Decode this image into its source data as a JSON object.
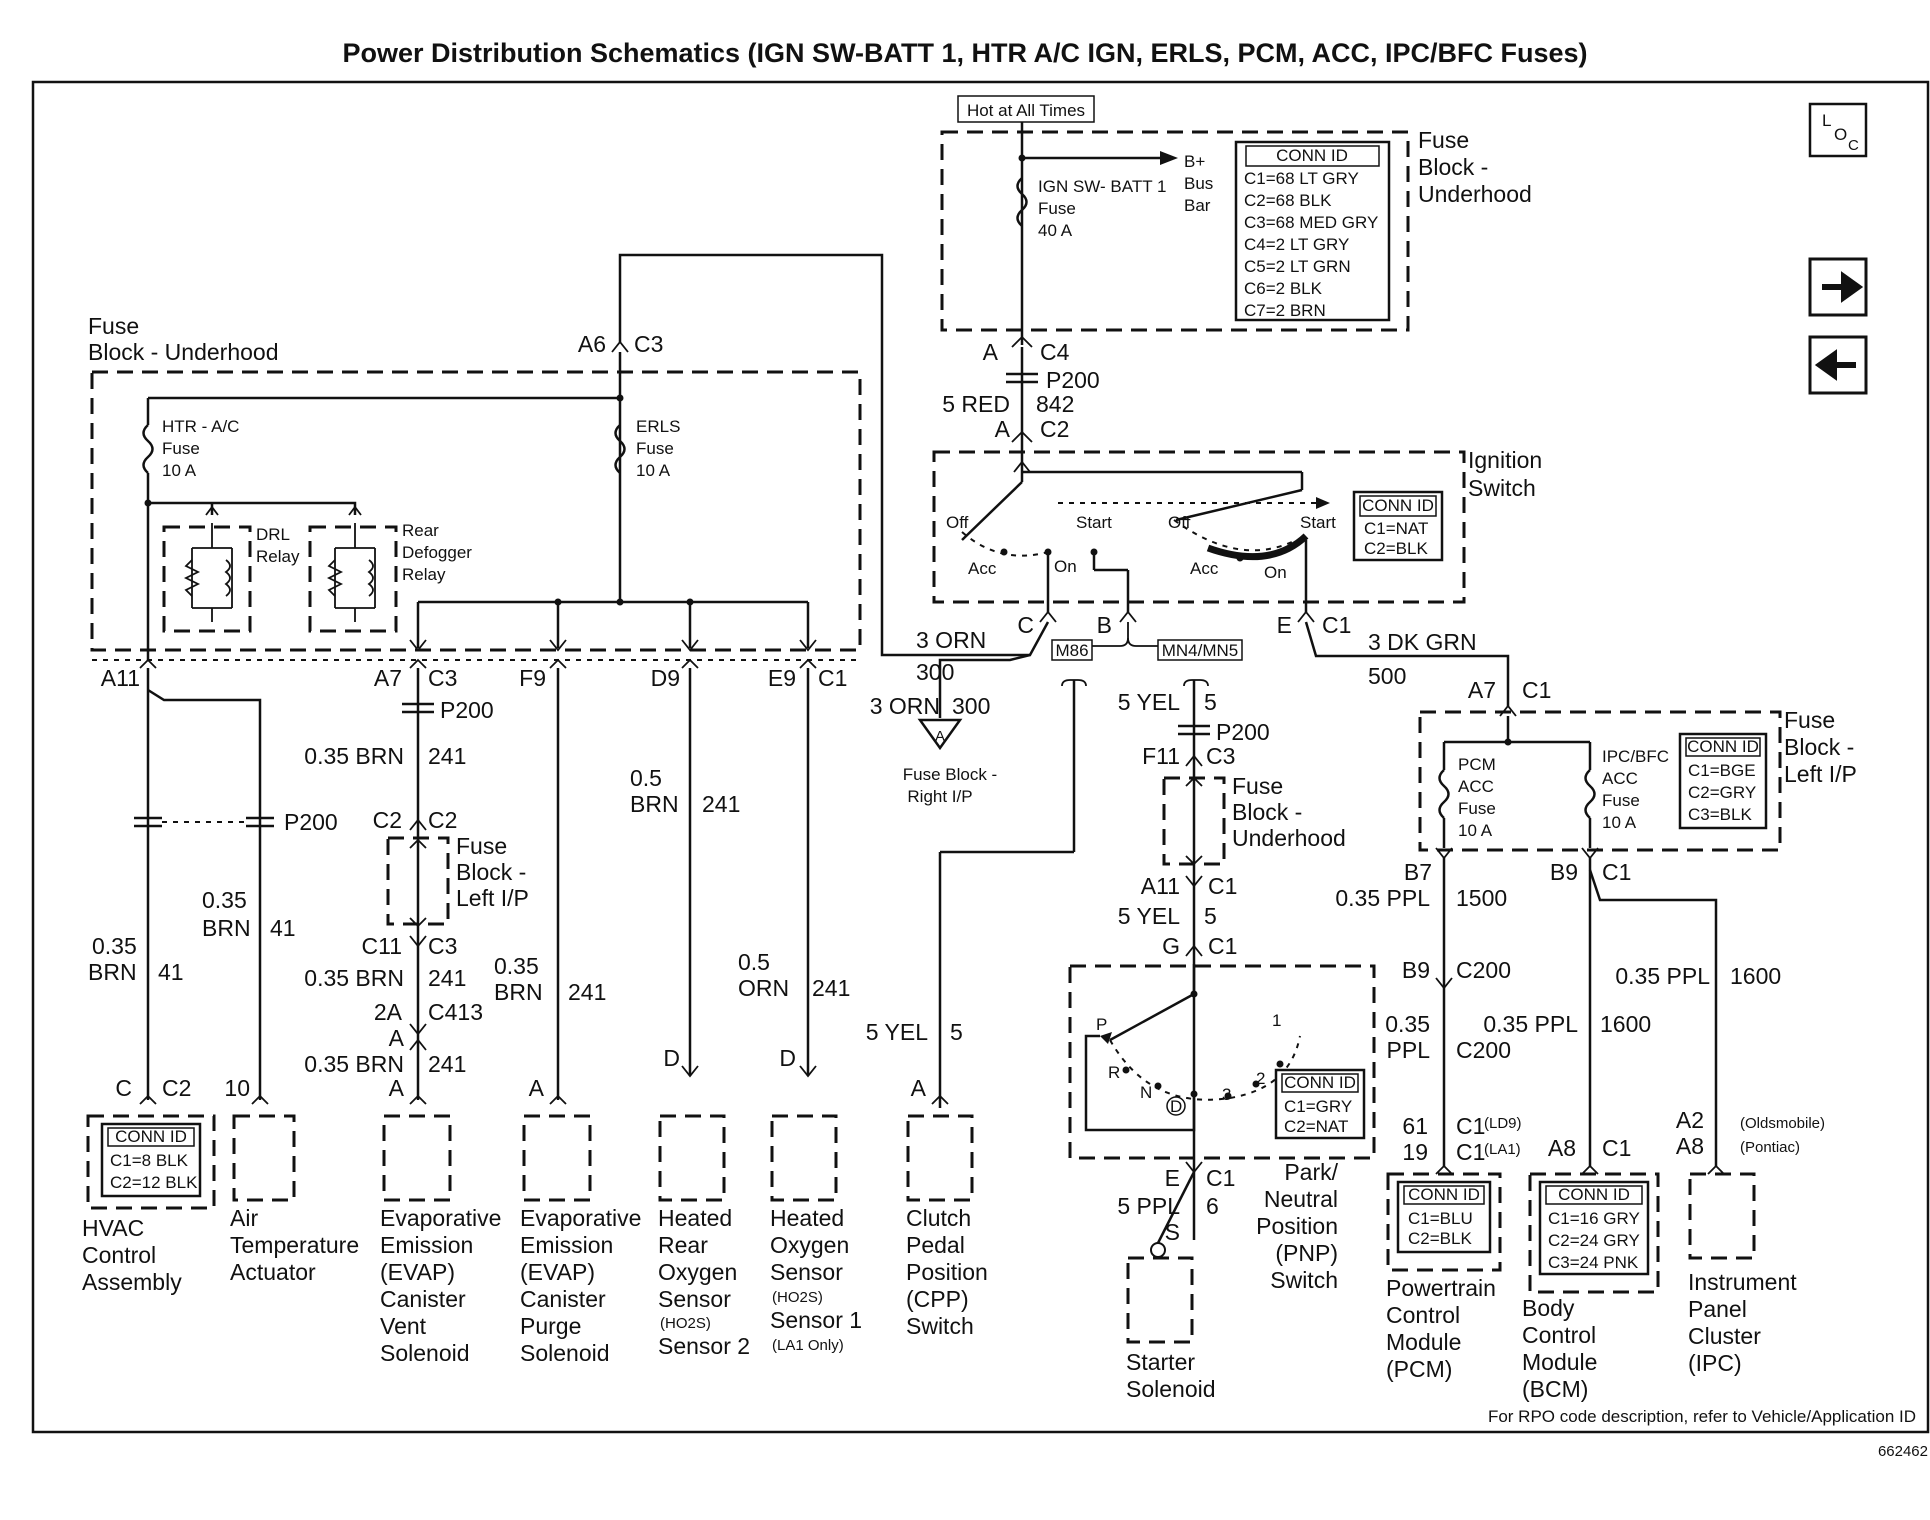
{
  "title": "Power Distribution Schematics (IGN SW-BATT 1, HTR A/C IGN, ERLS, PCM, ACC, IPC/BFC Fuses)",
  "loc_icon": "loc-icon",
  "nav": {
    "next_icon": "arrow-right-icon",
    "prev_icon": "arrow-left-icon"
  },
  "hot": "Hot at All Times",
  "b_plus": [
    "B+",
    "Bus",
    "Bar"
  ],
  "ign_fuse": [
    "IGN SW- BATT 1",
    "Fuse",
    "40 A"
  ],
  "fb_uh_top_title": [
    "Fuse",
    "Block -",
    "Underhood"
  ],
  "fb_uh_top_conn": [
    "CONN ID",
    "C1=68 LT GRY",
    "C2=68 BLK",
    "C3=68 MED GRY",
    "C4=2 LT GRY",
    "C5=2 LT GRN",
    "C6=2 BLK",
    "C7=2 BRN"
  ],
  "c4_a": "A",
  "c4": "C4",
  "p200_top": "P200",
  "wire_5red": "5 RED",
  "circ_842": "842",
  "c2_a": "A",
  "c2": "C2",
  "ign_switch_title": [
    "Ignition",
    "Switch"
  ],
  "ign_sw_conn": [
    "CONN ID",
    "C1=NAT",
    "C2=BLK"
  ],
  "sw_pos": [
    "Off",
    "Start",
    "Acc",
    "On",
    "Off",
    "Start",
    "Acc",
    "On"
  ],
  "sw_terms": [
    "C",
    "B",
    "E",
    "C1"
  ],
  "w_3orn": "3 ORN",
  "c_300": "300",
  "m86": "M86",
  "mn4": "MN4/MN5",
  "w_3dkgrn": "3 DK GRN",
  "c_500": "500",
  "w_3orn2": "3 ORN",
  "c_300b": "300",
  "ref_a": "A",
  "fb_right": [
    "Fuse Block -",
    "Right I/P"
  ],
  "fb_uh_left_title": [
    "Fuse",
    "Block - Underhood"
  ],
  "a6": "A6",
  "c3_top": "C3",
  "htr_fuse": [
    "HTR - A/C",
    "Fuse",
    "10 A"
  ],
  "erls_fuse": [
    "ERLS",
    "Fuse",
    "10 A"
  ],
  "drl_relay": [
    "DRL",
    "Relay"
  ],
  "rear_relay": [
    "Rear",
    "Defogger",
    "Relay"
  ],
  "term_row": [
    "A11",
    "A7",
    "C3",
    "F9",
    "D9",
    "E9",
    "C1"
  ],
  "p200_a": "P200",
  "p200_b": "P200",
  "w_035brn_241": "0.35 BRN",
  "c241": "241",
  "w_05brn": [
    "0.5",
    "BRN"
  ],
  "c241b": "241",
  "fb_lip_mid": [
    "Fuse",
    "Block -",
    "Left I/P"
  ],
  "c2c2": [
    "C2",
    "C2"
  ],
  "hvac_wire": [
    "0.35",
    "BRN",
    "41"
  ],
  "air_wire": [
    "0.35",
    "BRN",
    "41"
  ],
  "c11c3": [
    "C11",
    "C3"
  ],
  "w_035brn_b": "0.35 BRN",
  "c241c": "241",
  "c413": [
    "2A",
    "C413",
    "A"
  ],
  "w_035brn_c": "0.35 BRN",
  "c241d": "241",
  "evap_purge_wire": [
    "0.35",
    "BRN",
    "241"
  ],
  "o2_wire": [
    "0.5",
    "ORN",
    "241"
  ],
  "hvac_pins": [
    "C",
    "C2",
    "10"
  ],
  "hvac_conn": [
    "CONN ID",
    "C1=8 BLK",
    "C2=12 BLK"
  ],
  "comp_pins": [
    "A",
    "A",
    "D",
    "D",
    "A"
  ],
  "cpp_wire": [
    "5 YEL",
    "5"
  ],
  "comp_hvac": [
    "HVAC",
    "Control",
    "Assembly"
  ],
  "comp_air": [
    "Air",
    "Temperature",
    "Actuator"
  ],
  "comp_vent": [
    "Evaporative",
    "Emission",
    "(EVAP)",
    "Canister",
    "Vent",
    "Solenoid"
  ],
  "comp_purge": [
    "Evaporative",
    "Emission",
    "(EVAP)",
    "Canister",
    "Purge",
    "Solenoid"
  ],
  "comp_rear_o2": [
    "Heated",
    "Rear",
    "Oxygen",
    "Sensor",
    "(HO2S)",
    "Sensor 2"
  ],
  "comp_o2_1": [
    "Heated",
    "Oxygen",
    "Sensor",
    "(HO2S)",
    "Sensor 1",
    "(LA1 Only)"
  ],
  "comp_cpp": [
    "Clutch",
    "Pedal",
    "Position",
    "(CPP)",
    "Switch"
  ],
  "yel_wire_top": [
    "5 YEL",
    "5"
  ],
  "p200_c": "P200",
  "f11c3": [
    "F11",
    "C3"
  ],
  "fb_uh_mid": [
    "Fuse",
    "Block -",
    "Underhood"
  ],
  "a11c1": [
    "A11",
    "C1"
  ],
  "yel_wire_mid": [
    "5 YEL",
    "5"
  ],
  "gc1": [
    "G",
    "C1"
  ],
  "pnp_pos": [
    "P",
    "R",
    "N",
    "D",
    "3",
    "2",
    "1"
  ],
  "pnp_conn": [
    "CONN ID",
    "C1=GRY",
    "C2=NAT"
  ],
  "ec1": [
    "E",
    "C1"
  ],
  "ppl6": [
    "5 PPL",
    "6"
  ],
  "s_pin": "S",
  "comp_pnp": [
    "Park/",
    "Neutral",
    "Position",
    "(PNP)",
    "Switch"
  ],
  "comp_starter": [
    "Starter",
    "Solenoid"
  ],
  "a7c1": [
    "A7",
    "C1"
  ],
  "pcm_fuse": [
    "PCM",
    "ACC",
    "Fuse",
    "10 A"
  ],
  "ipc_fuse": [
    "IPC/BFC",
    "ACC",
    "Fuse",
    "10 A"
  ],
  "fb_lip_right_conn": [
    "CONN ID",
    "C1=BGE",
    "C2=GRY",
    "C3=BLK"
  ],
  "fb_lip_right": [
    "Fuse",
    "Block -",
    "Left I/P"
  ],
  "b7": "B7",
  "b9c1": [
    "B9",
    "C1"
  ],
  "ppl1500": [
    "0.35 PPL",
    "1500"
  ],
  "b9c200": [
    "B9",
    "C200"
  ],
  "ppl_c200": [
    "0.35",
    "PPL",
    "C200"
  ],
  "ppl1600a": [
    "0.35 PPL",
    "1600"
  ],
  "ppl1600b": [
    "0.35 PPL",
    "1600"
  ],
  "pcm_pins": [
    "61",
    "C1",
    "(LD9)",
    "19",
    "C1",
    "(LA1)"
  ],
  "bcm_pins": [
    "A8",
    "C1"
  ],
  "ipc_pins": [
    "A2",
    "(Oldsmobile)",
    "A8",
    "(Pontiac)"
  ],
  "pcm_conn": [
    "CONN ID",
    "C1=BLU",
    "C2=BLK"
  ],
  "bcm_conn": [
    "CONN ID",
    "C1=16 GRY",
    "C2=24 GRY",
    "C3=24 PNK"
  ],
  "comp_pcm": [
    "Powertrain",
    "Control",
    "Module",
    "(PCM)"
  ],
  "comp_bcm": [
    "Body",
    "Control",
    "Module",
    "(BCM)"
  ],
  "comp_ipc": [
    "Instrument",
    "Panel",
    "Cluster",
    "(IPC)"
  ],
  "rpo_note": "For RPO code description, refer to Vehicle/Application ID",
  "fig_id": "662462"
}
